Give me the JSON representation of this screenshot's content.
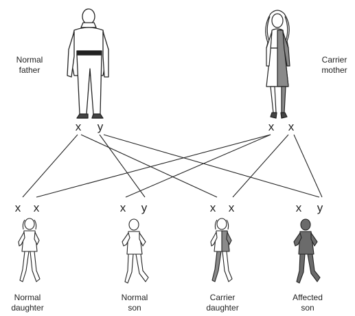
{
  "parents": {
    "father": {
      "label_line1": "Normal",
      "label_line2": "father",
      "chromosomes": [
        "x",
        "y"
      ]
    },
    "mother": {
      "label_line1": "Carrier",
      "label_line2": "mother",
      "chromosomes": [
        "x",
        "x"
      ]
    }
  },
  "children": [
    {
      "label_line1": "Normal",
      "label_line2": "daughter",
      "chromosomes": [
        "x",
        "x"
      ]
    },
    {
      "label_line1": "Normal",
      "label_line2": "son",
      "chromosomes": [
        "x",
        "y"
      ]
    },
    {
      "label_line1": "Carrier",
      "label_line2": "daughter",
      "chromosomes": [
        "x",
        "x"
      ]
    },
    {
      "label_line1": "Affected",
      "label_line2": "son",
      "chromosomes": [
        "x",
        "y"
      ]
    }
  ],
  "colors": {
    "ink": "#222222",
    "shade": "#8a8a8a",
    "affected": "#6b6b6b"
  }
}
